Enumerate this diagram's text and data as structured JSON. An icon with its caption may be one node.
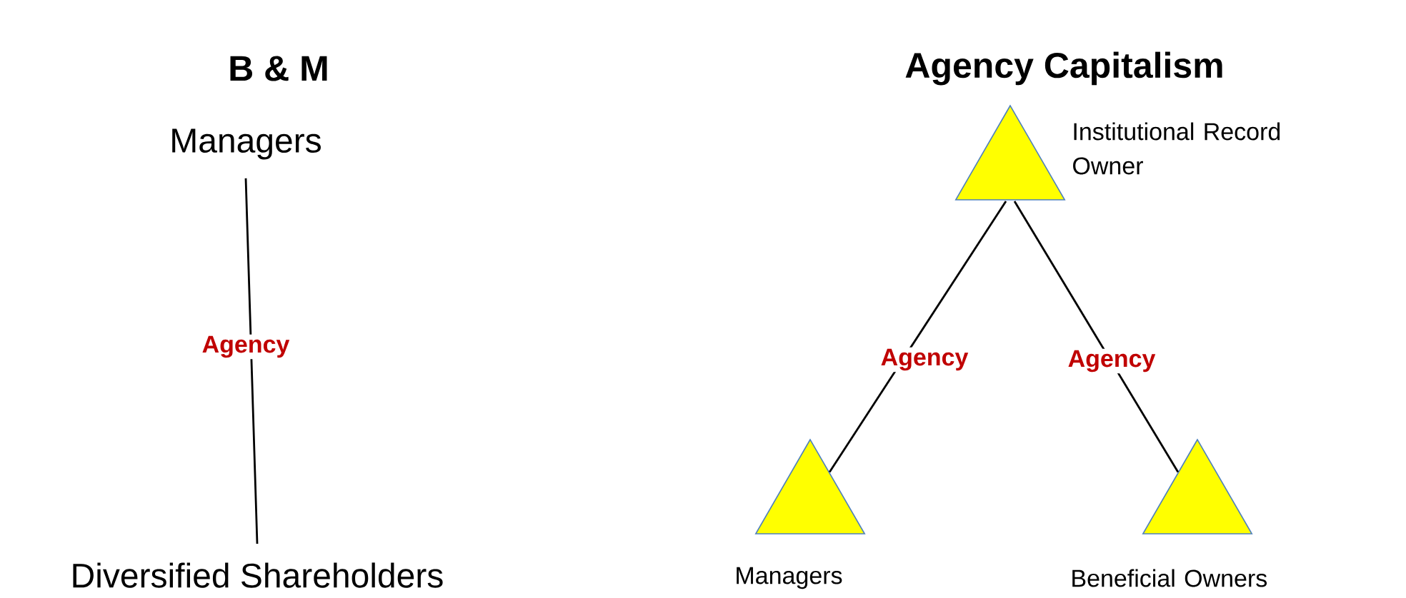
{
  "diagram": {
    "nodes": [
      {
        "text": [
          "Managers"
        ]
      },
      {
        "text": [
          "Diversified Shareholders"
        ]
      },
      {
        "text": [],
        "shape": "triangle",
        "beside": [
          "Institutional Record Owner"
        ]
      },
      {
        "text": [],
        "shape": "triangle",
        "beside": [
          "Managers"
        ]
      },
      {
        "text": [],
        "shape": "triangle",
        "beside": [
          "Beneficial Owners"
        ]
      }
    ],
    "edges": [
      {
        "from": 0,
        "to": 1,
        "arrow": "none",
        "label": "Agency"
      },
      {
        "from": 2,
        "to": 3,
        "arrow": "none",
        "label": "Agency"
      },
      {
        "from": 2,
        "to": 4,
        "arrow": "none",
        "label": "Agency"
      }
    ],
    "labels": [
      "B & M",
      "Agency Capitalism"
    ]
  }
}
